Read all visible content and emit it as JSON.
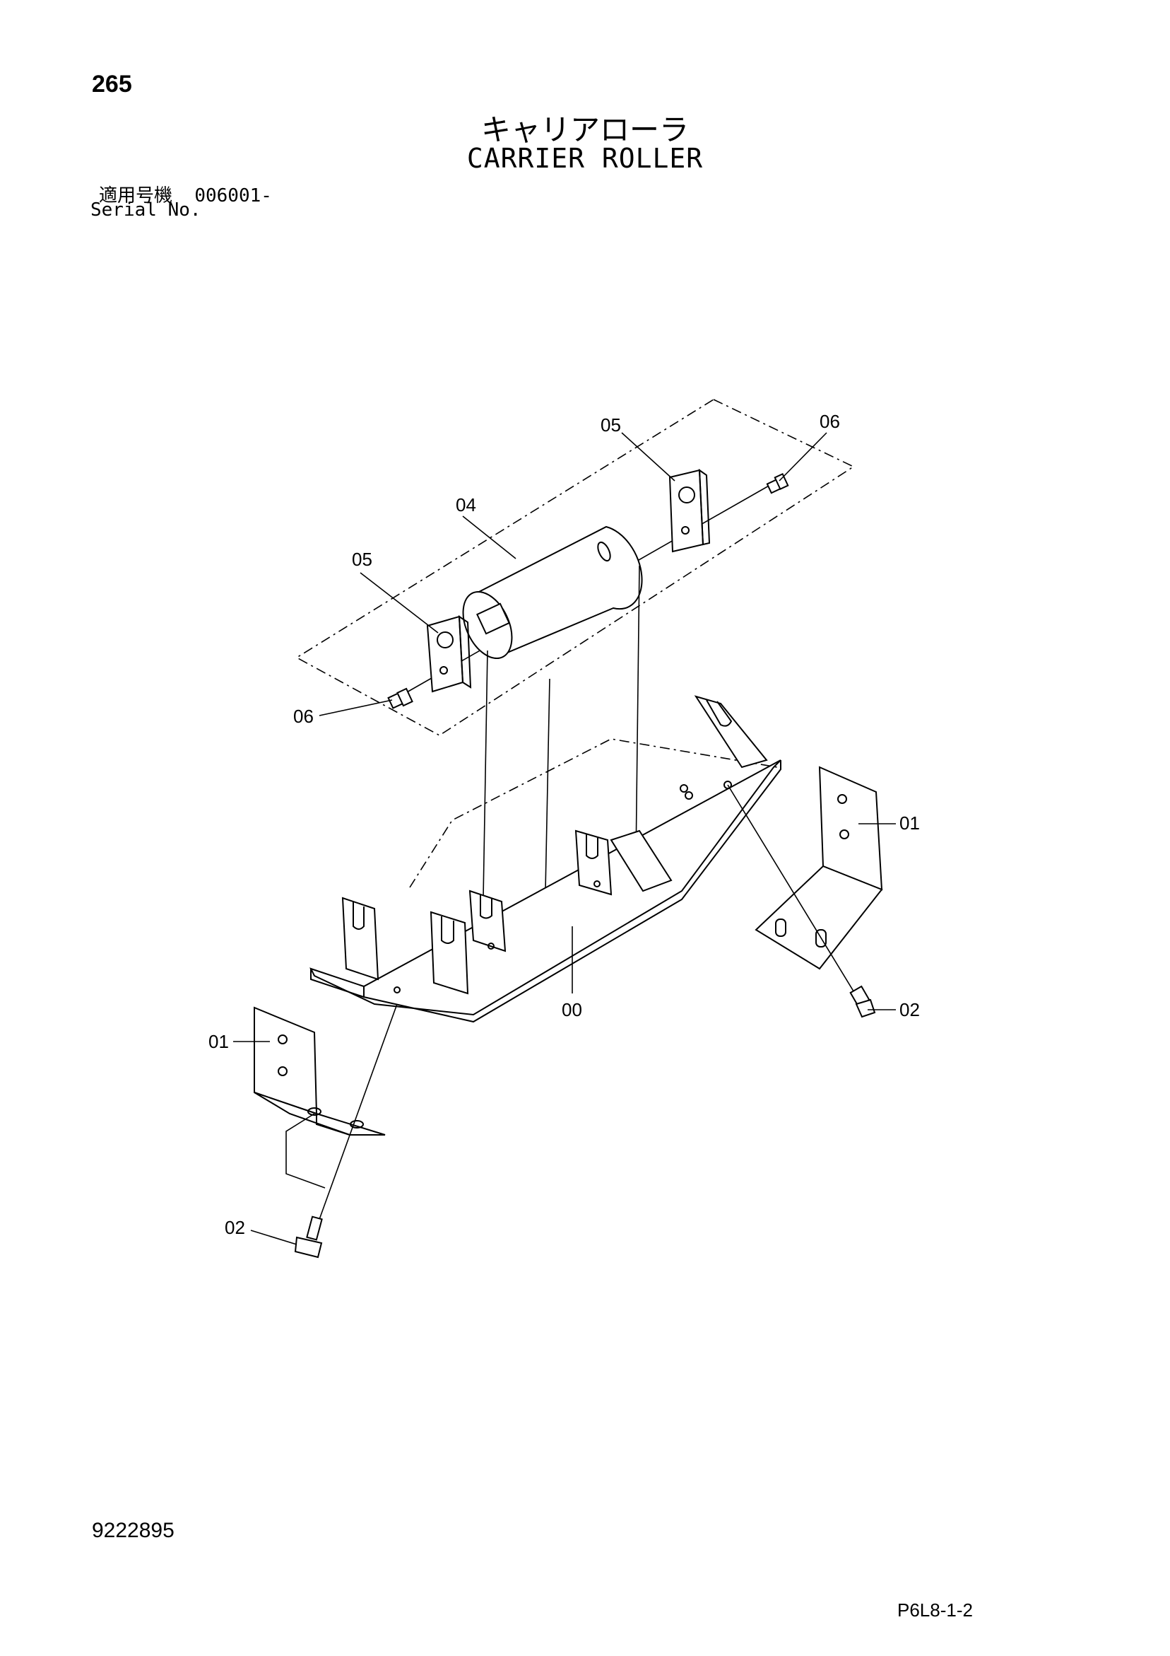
{
  "header": {
    "page_number": "265",
    "title_jp": "キャリアローラ",
    "title_en": "CARRIER ROLLER",
    "serial_label_jp": "適用号機",
    "serial_value": "006001-",
    "serial_label_en": "Serial No."
  },
  "callouts": {
    "frame": "00",
    "bracket_left": "01",
    "bracket_right": "01",
    "bolt_left": "02",
    "bolt_right": "02",
    "roller": "04",
    "plate_left": "05",
    "plate_right": "05",
    "bolt_top_left": "06",
    "bolt_top_right": "06"
  },
  "footer": {
    "drawing_code": "9222895",
    "sheet_code": "P6L8-1-2"
  }
}
